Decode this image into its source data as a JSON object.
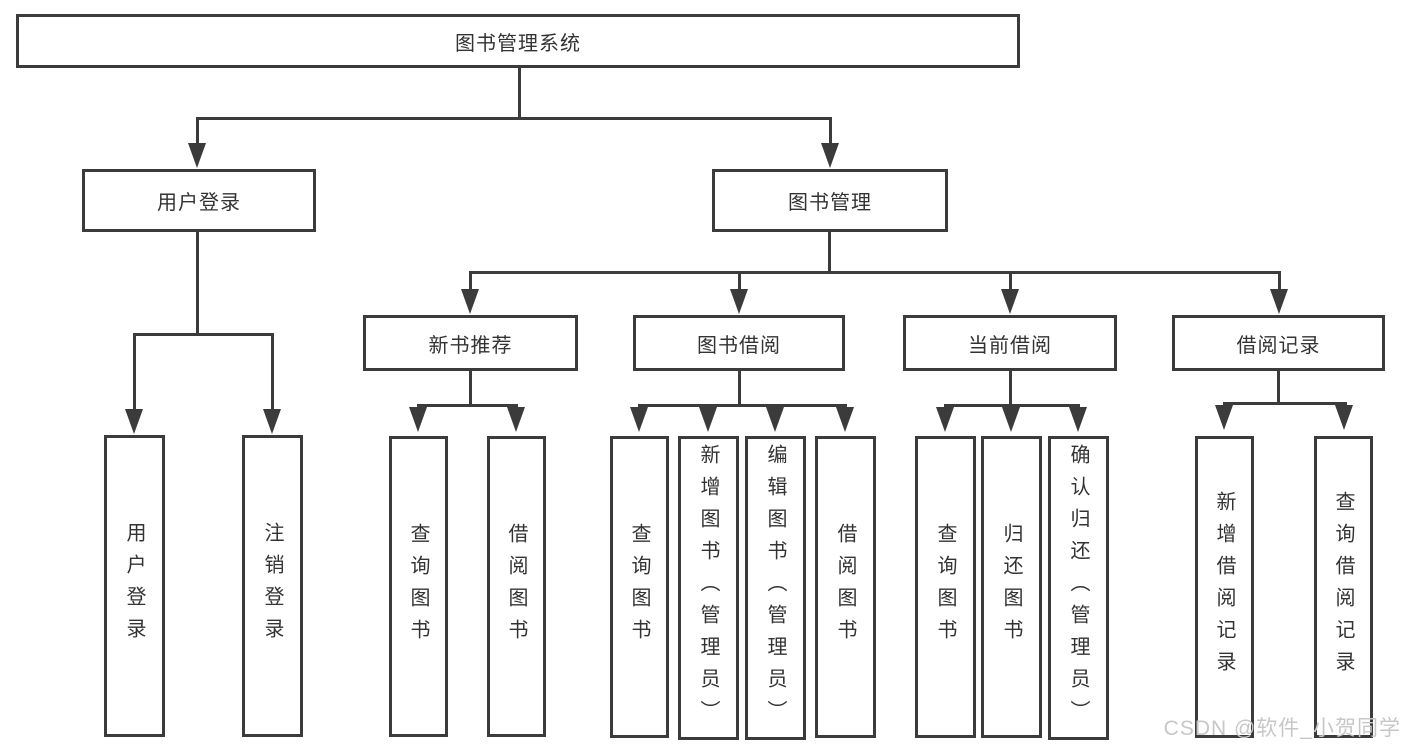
{
  "root": {
    "label": "图书管理系统"
  },
  "level1": [
    {
      "label": "用户登录"
    },
    {
      "label": "图书管理"
    }
  ],
  "level2": [
    {
      "label": "新书推荐"
    },
    {
      "label": "图书借阅"
    },
    {
      "label": "当前借阅"
    },
    {
      "label": "借阅记录"
    }
  ],
  "leaves": {
    "userLogin": [
      "用户登录",
      "注销登录"
    ],
    "newBookRec": [
      "查询图书",
      "借阅图书"
    ],
    "bookBorrow": [
      "查询图书",
      "新增图书（管理员）",
      "编辑图书（管理员）",
      "借阅图书"
    ],
    "currentBorrow": [
      "查询图书",
      "归还图书",
      "确认归还（管理员）"
    ],
    "borrowRecord": [
      "新增借阅记录",
      "查询借阅记录"
    ]
  },
  "watermark": "CSDN @软件_小贺同学",
  "colors": {
    "line": "#3b3b3b",
    "text": "#333333",
    "watermark": "#c7c7c7",
    "background": "#ffffff"
  }
}
